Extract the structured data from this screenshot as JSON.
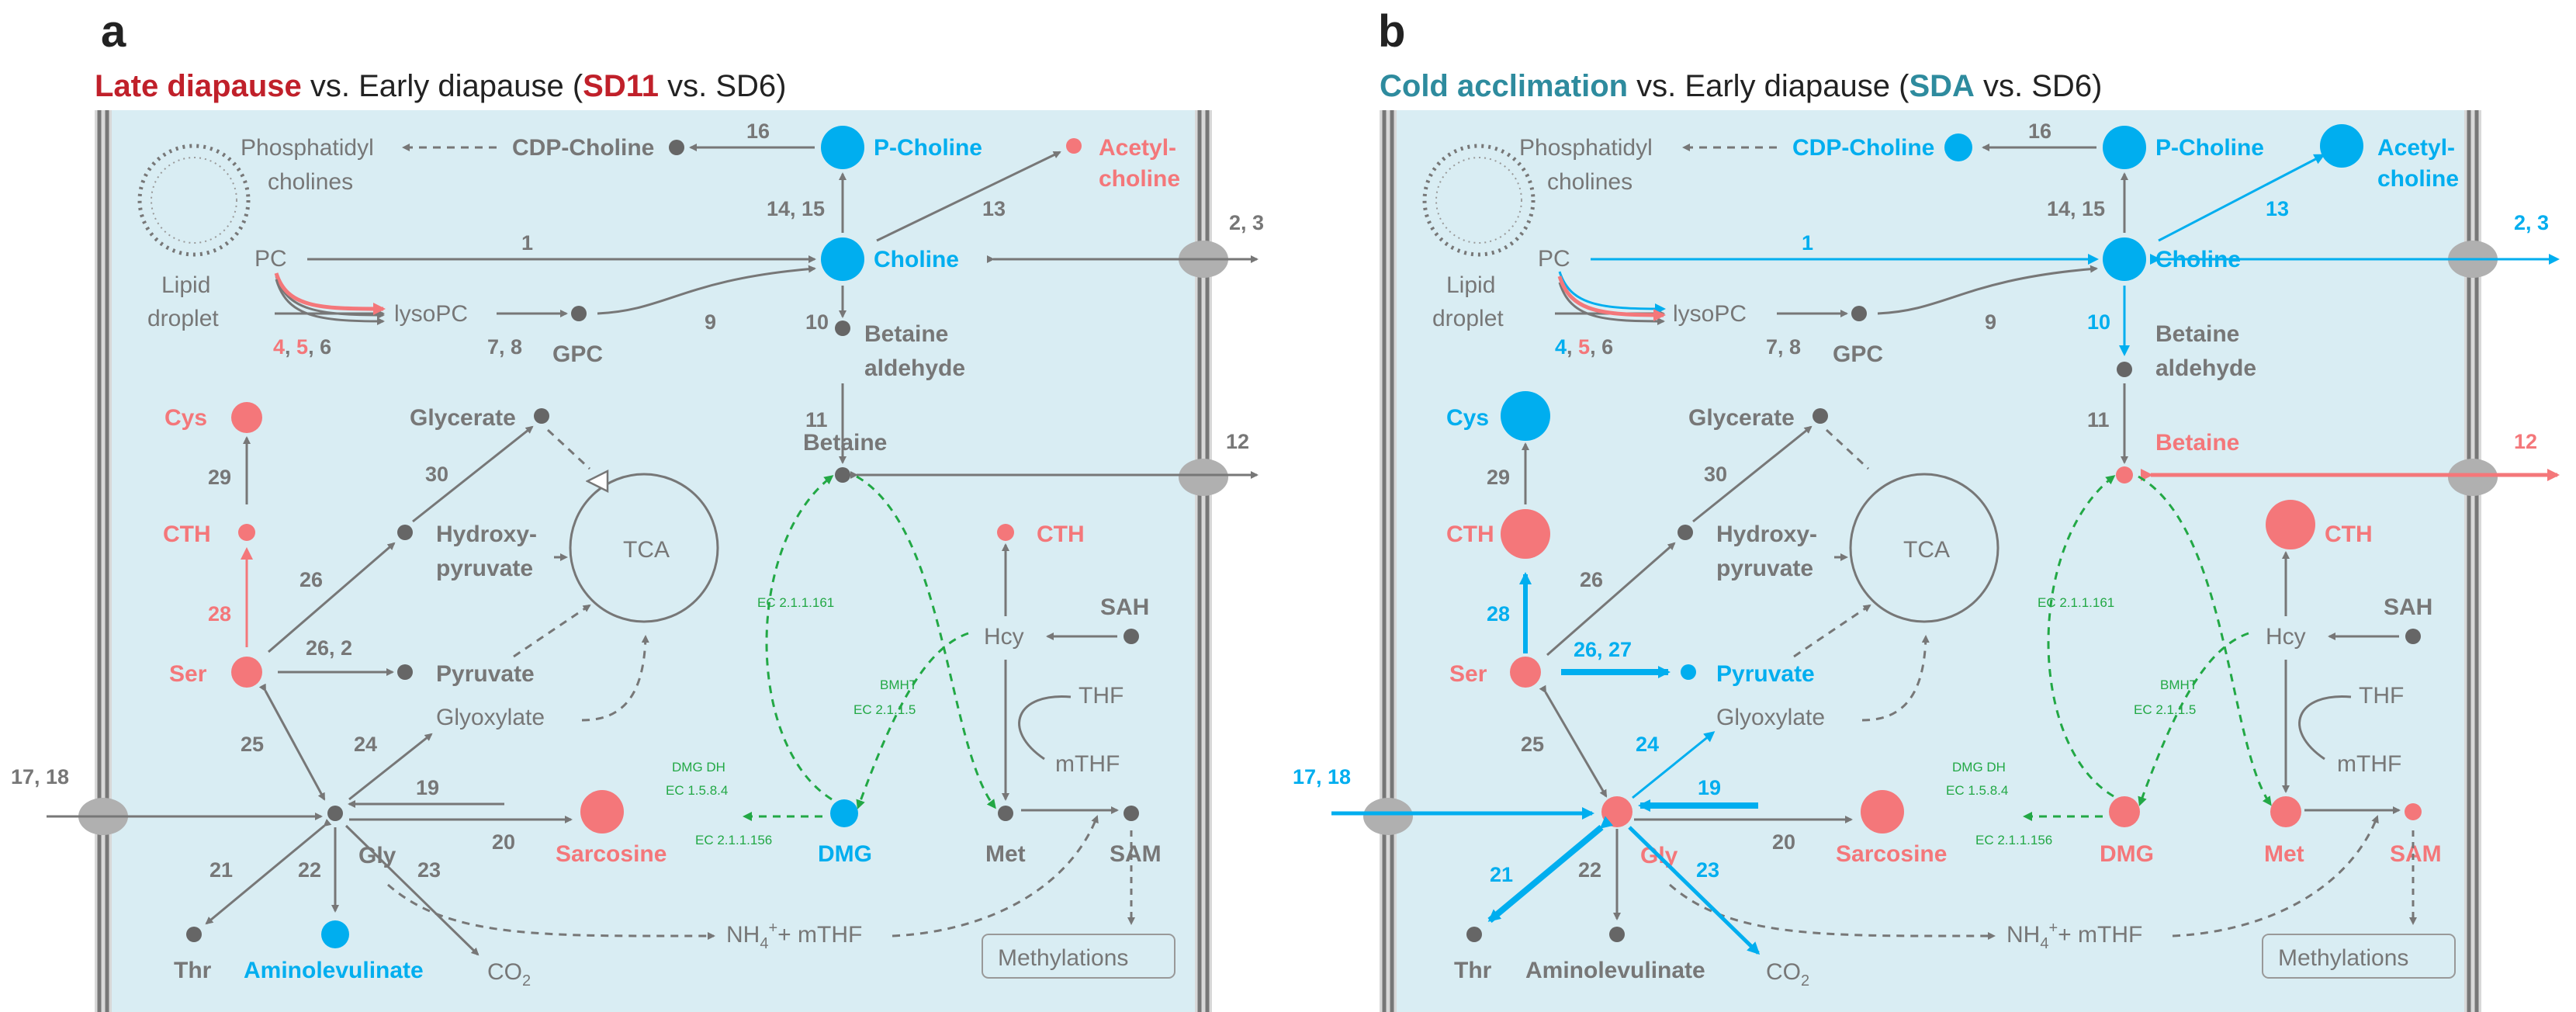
{
  "colors": {
    "gray": "#777777",
    "dark": "#555555",
    "blue": "#00aeef",
    "red": "#f4777a",
    "green": "#22a845",
    "bg": "#d9edf3",
    "title_red": "#c0202a",
    "title_teal": "#2e8b9e"
  },
  "panel_a": {
    "letter": "a",
    "title_bold": "Late diapause",
    "title_mid": " vs. Early diapause (",
    "title_code": "SD11",
    "title_end": " vs. SD6)",
    "node_labels": {
      "phosphatidyl": "Phosphatidyl",
      "cholines": "cholines",
      "cdp_choline": "CDP-Choline",
      "p_choline": "P-Choline",
      "acetyl1": "Acetyl-",
      "acetyl2": "choline",
      "choline": "Choline",
      "pc": "PC",
      "lipid": "Lipid",
      "droplet": "droplet",
      "lysopc": "lysoPC",
      "gpc": "GPC",
      "betaine_ald1": "Betaine",
      "betaine_ald2": "aldehyde",
      "betaine": "Betaine",
      "cys": "Cys",
      "glycerate": "Glycerate",
      "cth_left": "CTH",
      "hydroxy1": "Hydroxy-",
      "hydroxy2": "pyruvate",
      "tca": "TCA",
      "cth_right": "CTH",
      "sah": "SAH",
      "hcy": "Hcy",
      "ser": "Ser",
      "pyruvate": "Pyruvate",
      "glyoxylate": "Glyoxylate",
      "thf": "THF",
      "mthf": "mTHF",
      "gly": "Gly",
      "sarcosine": "Sarcosine",
      "dmg": "DMG",
      "met": "Met",
      "sam": "SAM",
      "thr": "Thr",
      "aminolev": "Aminolevulinate",
      "co2": "CO",
      "co2_sub": "2",
      "nh4": "NH",
      "nh4_sub": "4",
      "nh4_sup": "+",
      "nh4_rest": "+ mTHF",
      "methylations": "Methylations"
    },
    "numbers": {
      "n16": "16",
      "n13": "13",
      "n14_15": "14, 15",
      "n2_3": "2, 3",
      "n1": "1",
      "n4": "4",
      "n5": "5",
      "n6": "6",
      "n7_8": "7, 8",
      "n9": "9",
      "n10": "10",
      "n11": "11",
      "n12": "12",
      "n29": "29",
      "n30": "30",
      "n28": "28",
      "n26": "26",
      "n26_2": "26, 2",
      "n25": "25",
      "n24": "24",
      "n19": "19",
      "n20": "20",
      "n17_18": "17, 18",
      "n21": "21",
      "n22": "22",
      "n23": "23",
      "comma": ", "
    },
    "ec": {
      "ec161": "EC 2.1.1.161",
      "bmht": "BMHT",
      "ec115": "EC 2.1.1.5",
      "dmgdh": "DMG DH",
      "ec1584": "EC 1.5.8.4",
      "ec156": "EC 2.1.1.156"
    }
  },
  "panel_b": {
    "letter": "b",
    "title_bold": "Cold acclimation",
    "title_mid": " vs. Early diapause (",
    "title_code": "SDA",
    "title_end": " vs. SD6)",
    "node_labels": {
      "phosphatidyl": "Phosphatidyl",
      "cholines": "cholines",
      "cdp_choline": "CDP-Choline",
      "p_choline": "P-Choline",
      "acetyl1": "Acetyl-",
      "acetyl2": "choline",
      "choline": "Choline",
      "pc": "PC",
      "lipid": "Lipid",
      "droplet": "droplet",
      "lysopc": "lysoPC",
      "gpc": "GPC",
      "betaine_ald1": "Betaine",
      "betaine_ald2": "aldehyde",
      "betaine": "Betaine",
      "cys": "Cys",
      "glycerate": "Glycerate",
      "cth_left": "CTH",
      "hydroxy1": "Hydroxy-",
      "hydroxy2": "pyruvate",
      "tca": "TCA",
      "cth_right": "CTH",
      "sah": "SAH",
      "hcy": "Hcy",
      "ser": "Ser",
      "pyruvate": "Pyruvate",
      "glyoxylate": "Glyoxylate",
      "thf": "THF",
      "mthf": "mTHF",
      "gly": "Gly",
      "sarcosine": "Sarcosine",
      "dmg": "DMG",
      "met": "Met",
      "sam": "SAM",
      "thr": "Thr",
      "aminolev": "Aminolevulinate",
      "co2": "CO",
      "co2_sub": "2",
      "nh4": "NH",
      "nh4_sub": "4",
      "nh4_sup": "+",
      "nh4_rest": "+ mTHF",
      "methylations": "Methylations"
    },
    "numbers": {
      "n16": "16",
      "n13": "13",
      "n14_15": "14, 15",
      "n2_3": "2, 3",
      "n1": "1",
      "n4": "4",
      "n5": "5",
      "n6": "6",
      "n7_8": "7, 8",
      "n9": "9",
      "n10": "10",
      "n11": "11",
      "n12": "12",
      "n29": "29",
      "n30": "30",
      "n28": "28",
      "n26": "26",
      "n26_27": "26, 27",
      "n25": "25",
      "n24": "24",
      "n19": "19",
      "n20": "20",
      "n17_18": "17, 18",
      "n21": "21",
      "n22": "22",
      "n23": "23",
      "comma": ", "
    },
    "ec": {
      "ec161": "EC 2.1.1.161",
      "bmht": "BMHT",
      "ec115": "EC 2.1.1.5",
      "dmgdh": "DMG DH",
      "ec1584": "EC 1.5.8.4",
      "ec156": "EC 2.1.1.156"
    }
  }
}
